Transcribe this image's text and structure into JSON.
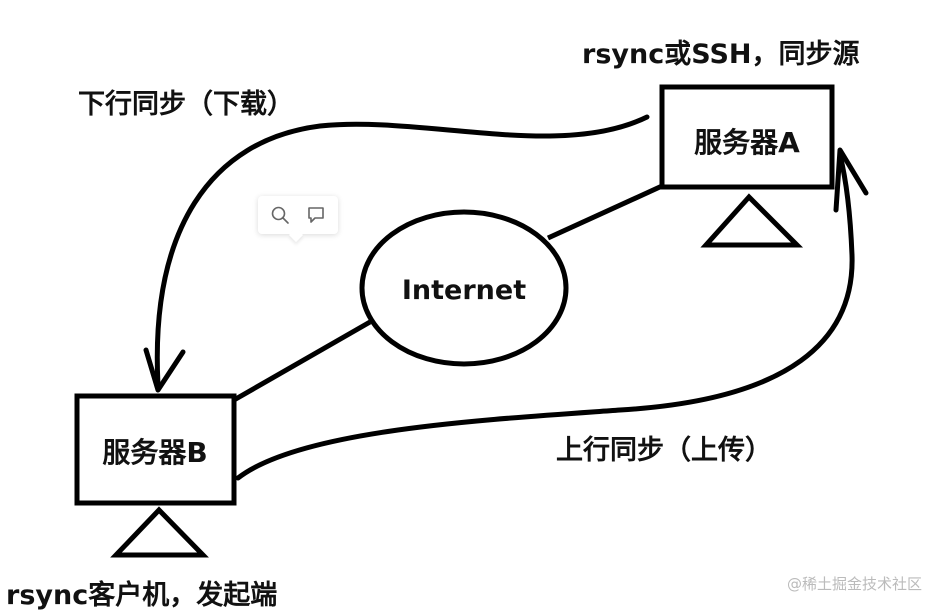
{
  "diagram": {
    "server_a": {
      "label": "服务器A",
      "role": "rsync或SSH，同步源"
    },
    "server_b": {
      "label": "服务器B",
      "role": "rsync客户机，发起端"
    },
    "internet": {
      "label": "Internet"
    },
    "download": {
      "label": "下行同步（下载）"
    },
    "upload": {
      "label": "上行同步（上传）"
    }
  },
  "toolbar": {
    "icons": [
      "search-icon",
      "comment-icon"
    ]
  },
  "watermark": "@稀土掘金技术社区"
}
